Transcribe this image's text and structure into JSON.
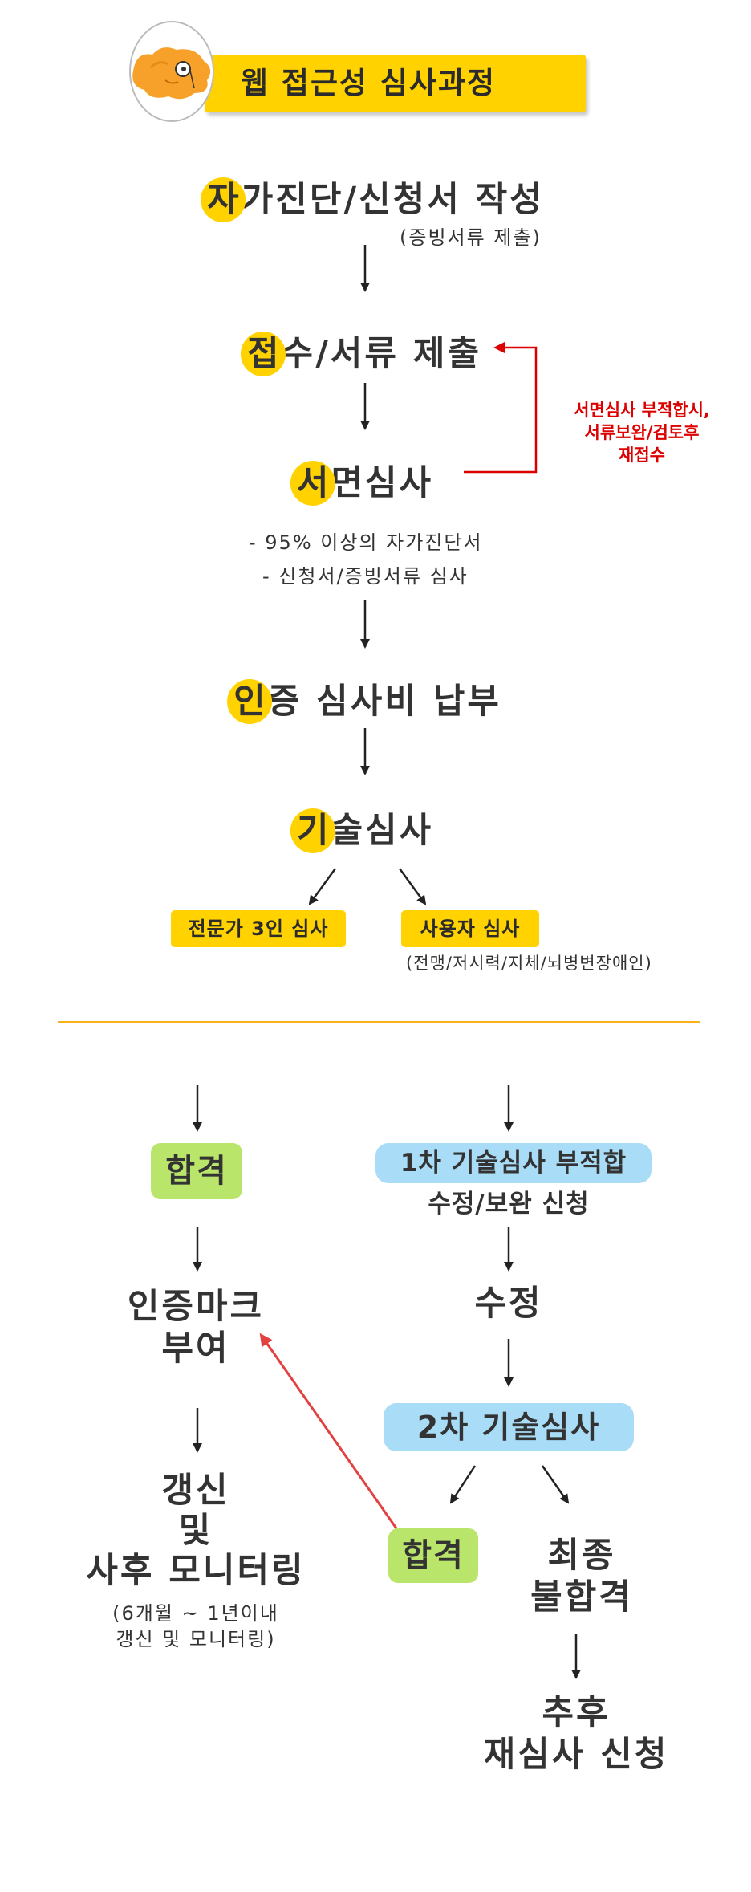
{
  "header": {
    "title": "웹 접근성 심사과정"
  },
  "steps": {
    "s1": {
      "initial": "자",
      "rest": "가진단/신청서 작성",
      "sub": "(증빙서류 제출)"
    },
    "s2": {
      "initial": "접",
      "rest": "수/서류 제출"
    },
    "s3": {
      "initial": "서",
      "rest": "면심사",
      "notes": [
        "- 95% 이상의 자가진단서",
        "- 신청서/증빙서류 심사"
      ]
    },
    "s4": {
      "initial": "인",
      "rest": "증 심사비 납부"
    },
    "s5": {
      "initial": "기",
      "rest": "술심사"
    }
  },
  "feedback_note": [
    "서면심사 부적합시,",
    "서류보완/검토후",
    "재접수"
  ],
  "review_types": {
    "expert": "전문가 3인 심사",
    "user": "사용자 심사",
    "user_sub": "(전맹/저시력/지체/뇌병변장애인)"
  },
  "left_branch": {
    "pass": "합격",
    "mark": [
      "인증마크",
      "부여"
    ],
    "renew": [
      "갱신",
      "및",
      "사후 모니터링"
    ],
    "renew_sub": [
      "(6개월 ~ 1년이내",
      "갱신 및 모니터링)"
    ]
  },
  "right_branch": {
    "fail1": [
      "1차 기술심사 부적합",
      "수정/보완 신청"
    ],
    "revise": "수정",
    "second": "2차 기술심사",
    "pass2": "합격",
    "final_fail": [
      "최종",
      "불합격"
    ],
    "reapply": [
      "추후",
      "재심사 신청"
    ]
  }
}
